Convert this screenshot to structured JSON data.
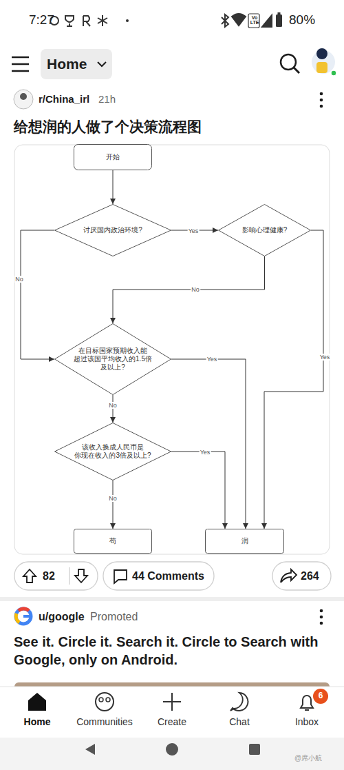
{
  "diagram": {
    "title": "给想润的人做了个决策流程图",
    "nodes": [
      {
        "text": [
          "开始"
        ]
      },
      {
        "text": [
          "讨厌国内政治环境?"
        ]
      },
      {
        "text": [
          "影响心理健康?"
        ]
      },
      {
        "text": [
          "在目标国家预期收入能 超过该国平均收入的1.5倍 及以上?"
        ]
      },
      {
        "text": [
          "该收入换成人民币是 你现在收入的3倍及以上?"
        ]
      },
      {
        "text": [
          "苟"
        ]
      },
      {
        "text": [
          "润"
        ]
      }
    ],
    "edges": [
      {
        "from": 0,
        "to": 1,
        "arrow": "to"
      },
      {
        "from": 1,
        "to": 2,
        "label": "Yes",
        "arrow": "to"
      },
      {
        "from": 1,
        "to": 3,
        "label": "No",
        "arrow": "to"
      },
      {
        "from": 2,
        "to": 3,
        "label": "No",
        "arrow": "to"
      },
      {
        "from": 2,
        "to": 6,
        "label": "Yes",
        "arrow": "to"
      },
      {
        "from": 3,
        "to": 6,
        "label": "Yes",
        "arrow": "to"
      },
      {
        "from": 3,
        "to": 4,
        "label": "No",
        "arrow": "to"
      },
      {
        "from": 4,
        "to": 6,
        "label": "Yes",
        "arrow": "to"
      },
      {
        "from": 4,
        "to": 5,
        "label": "No",
        "arrow": "to"
      }
    ],
    "labels": [
      "7:27",
      "Vo LTE",
      "80%",
      "Home",
      "r/China_irl",
      "21h",
      "82",
      "44 Comments",
      "264",
      "u/google",
      "Promoted",
      "See it. Circle it. Search it. Circle to Search with Google, only on Android.",
      "Home",
      "Communities",
      "Create",
      "Chat",
      "Inbox",
      "6",
      "@席小航"
    ]
  }
}
